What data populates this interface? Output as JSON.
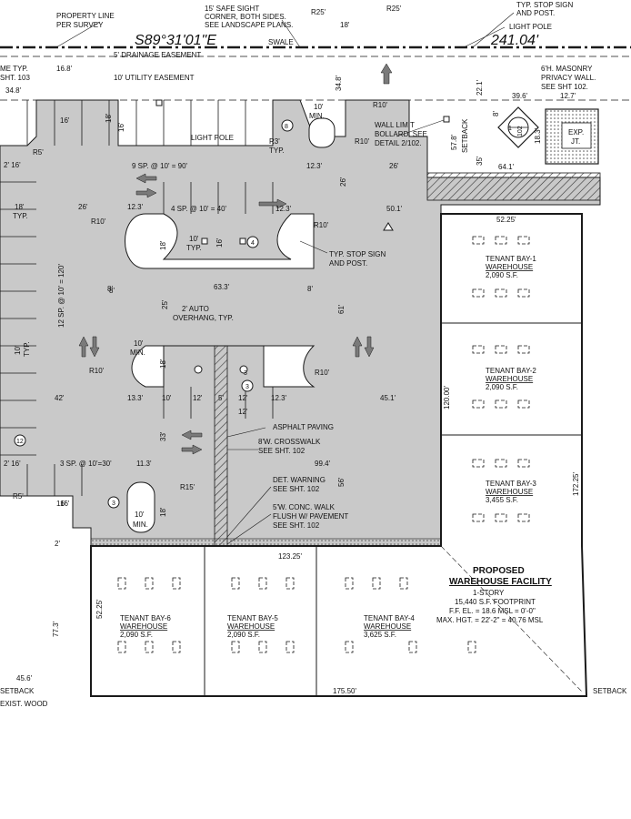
{
  "colors": {
    "paving": "#c9c9c9",
    "line": "#1a1a1a",
    "building": "#ffffff",
    "arrow": "#7a7a7a"
  },
  "icons": [
    "north-arrow-icon",
    "direction-arrow-icon",
    "light-pole-icon",
    "stop-sign-icon",
    "parking-count-circle-icon"
  ],
  "header": {
    "property_line": "PROPERTY LINE",
    "per_survey": "PER SURVEY",
    "sight_1": "15' SAFE SIGHT",
    "sight_2": "CORNER, BOTH SIDES.",
    "sight_3": "SEE LANDSCAPE PLANS.",
    "r25_a": "R25'",
    "r25_b": "R25'",
    "dim_18": "18'",
    "stop_1": "TYP. STOP SIGN",
    "stop_2": "AND POST.",
    "light_pole": "LIGHT POLE",
    "bearing": "S89°31'01\"E",
    "swale": "SWALE",
    "distance": "241.04'"
  },
  "easements": {
    "drainage": "5' DRAINAGE EASEMENT",
    "utility": "10' UTILITY EASEMENT"
  },
  "left_edge": {
    "me_typ": "ME TYP.",
    "sht": "SHT. 103",
    "d348": "34.8'",
    "d168": "16.8'",
    "d16a": "16'",
    "r5a": "R5'",
    "d216a": "2' 16'",
    "d18typ_1": "18'",
    "d18typ_2": "TYP.",
    "spaces_left": "12 SP. @ 10' = 120'",
    "d8": "8'",
    "d10typ_1": "10'",
    "d10typ_2": "TYP.",
    "d42": "42'",
    "c12": "12",
    "d216b": "2' 16'",
    "r5b": "R5'",
    "d16b": "16'",
    "d2": "2'",
    "d773": "77.3'",
    "d456": "45.6'",
    "setback": "SETBACK",
    "exist_wood": "EXIST. WOOD"
  },
  "lot": {
    "d18": "18'",
    "d16": "16'",
    "light_pole": "LIGHT POLE",
    "c8": "8",
    "r3": "R3'",
    "typ": "TYP.",
    "d10min": "10'",
    "min": "MIN.",
    "d348": "34.8'",
    "r10_top": "R10'",
    "spaces_top": "9 SP. @ 10' = 90'",
    "d123": "12.3'",
    "d26a": "26'",
    "d26b": "26'",
    "d26c": "26'",
    "d123b": "12.3'",
    "spaces_mid": "4 SP. @ 10' = 40'",
    "d123c": "12.3'",
    "d501": "50.1'",
    "r10_a": "R10'",
    "r10_b": "R10'",
    "d18b": "18'",
    "d10typ": "10'",
    "typ2": "TYP.",
    "d16c": "16'",
    "c4": "4",
    "stop_1": "TYP. STOP SIGN",
    "stop_2": "AND POST.",
    "d8a": "8'",
    "d633": "63.3'",
    "d8b": "8'",
    "d25": "25'",
    "auto_1": "2' AUTO",
    "auto_2": "OVERHANG, TYP.",
    "d61": "61'",
    "d10min2": "10'",
    "min2": "MIN.",
    "d18c": "18'",
    "r10_c": "R10'",
    "r10_d": "R10'",
    "c3a": "3",
    "d133": "13.3'",
    "d10": "10'",
    "d12a": "12'",
    "d5": "5'",
    "d12b": "12'",
    "d123d": "12.3'",
    "d451": "45.1'",
    "asphalt": "ASPHALT PAVING",
    "cross_1": "8'W. CROSSWALK",
    "cross_2": "SEE SHT. 102",
    "d994": "99.4'",
    "d33": "33'",
    "spaces_bottom": "3 SP. @ 10'=30'",
    "d113": "11.3'",
    "warn_1": "DET. WARNING",
    "warn_2": "SEE SHT. 102",
    "r15": "R15'",
    "d56": "56'",
    "walk_1": "5'W. CONC. WALK",
    "walk_2": "FLUSH W/ PAVEMENT",
    "walk_3": "SEE SHT. 102",
    "c3b": "3",
    "d16d": "16'",
    "d18d": "18'",
    "d10min3": "10'",
    "min3": "MIN.",
    "c3c": "3",
    "d12c": "12'"
  },
  "top_right": {
    "r10a": "R10'",
    "wall_1": "WALL LIMIT",
    "wall_2": "BOLLARD. SEE",
    "wall_3": "DETAIL 2/102.",
    "d578": "57.8'",
    "setback": "SETBACK",
    "d35": "35'",
    "d221": "22.1'",
    "d8": "8'",
    "masonry_1": "6'H. MASONRY",
    "masonry_2": "PRIVACY WALL.",
    "masonry_3": "SEE SHT 102.",
    "d396": "39.6'",
    "d127": "12.7'",
    "detail_num": "1",
    "detail_sht": "102",
    "d183": "18.3'",
    "d641": "64.1'",
    "exp_1": "EXP.",
    "exp_2": "JT."
  },
  "building": {
    "d5225_top": "52.25'",
    "d12000": "120.00'",
    "d17225": "172.25'",
    "d12325": "123.25'",
    "d5225_left": "52.25'",
    "d17550": "175.50'",
    "title": "PROPOSED",
    "subtitle": "WAREHOUSE FACILITY",
    "story": "1-STORY",
    "footprint": "15,440 S.F. FOOTPRINT",
    "ffel": "F.F. EL. = 18.6 MSL = 0'-0\"",
    "maxhgt": "MAX. HGT. = 22'-2\" = 40.76 MSL",
    "setback": "SETBACK",
    "bays": [
      {
        "name": "TENANT BAY-1",
        "use": "WAREHOUSE",
        "area": "2,090 S.F."
      },
      {
        "name": "TENANT BAY-2",
        "use": "WAREHOUSE",
        "area": "2,090 S.F."
      },
      {
        "name": "TENANT BAY-3",
        "use": "WAREHOUSE",
        "area": "3,455 S.F."
      },
      {
        "name": "TENANT BAY-4",
        "use": "WAREHOUSE",
        "area": "3,625 S.F."
      },
      {
        "name": "TENANT BAY-5",
        "use": "WAREHOUSE",
        "area": "2,090 S.F."
      },
      {
        "name": "TENANT BAY-6",
        "use": "WAREHOUSE",
        "area": "2,090 S.F."
      }
    ]
  }
}
